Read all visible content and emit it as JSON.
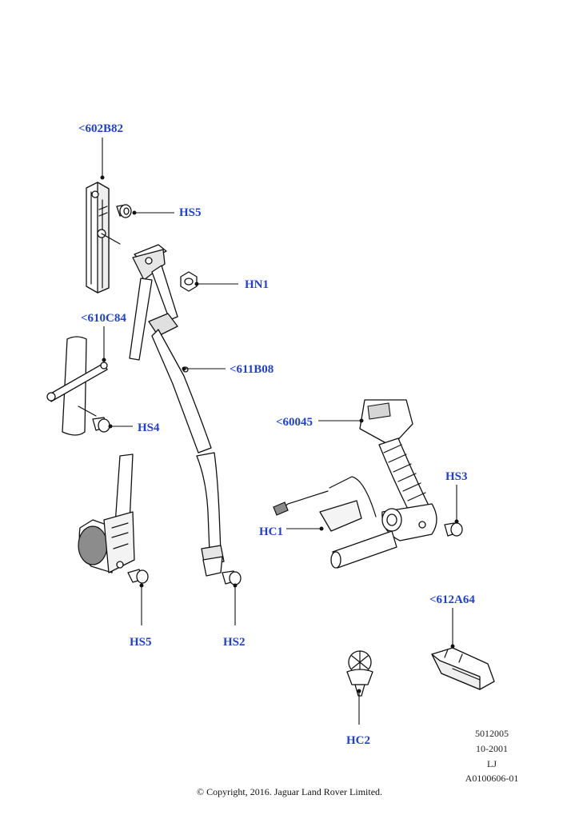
{
  "callouts": {
    "upper_anchor_bracket": "<602B82",
    "hs5_upper": "HS5",
    "hn1": "HN1",
    "lower_anchor_rod": "<610C84",
    "belt_webbing": "<611B08",
    "hs4": "HS4",
    "buckle": "<60045",
    "hs3": "HS3",
    "hc1": "HC1",
    "hs5_lower": "HS5",
    "hs2": "HS2",
    "connector": "<612A64",
    "hc2": "HC2"
  },
  "meta": {
    "line1": "5012005",
    "line2": "10-2001",
    "line3": "LJ",
    "line4": "A0100606-01"
  },
  "copyright": "© Copyright, 2016. Jaguar Land Rover Limited.",
  "colors": {
    "callout_blue": "#1f3fd6",
    "line": "#111111"
  }
}
